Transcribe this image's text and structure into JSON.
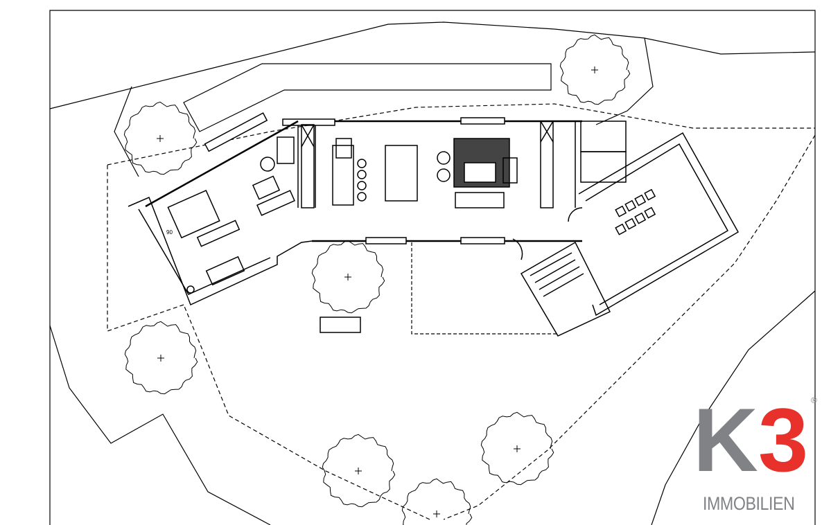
{
  "plan": {
    "dimension_label": "90"
  },
  "logo": {
    "letter_k": "K",
    "digit_3": "3",
    "registered_mark": "®",
    "tagline": "IMMOBILIEN",
    "colors": {
      "grey": "#808285",
      "red": "#e8312a"
    }
  }
}
